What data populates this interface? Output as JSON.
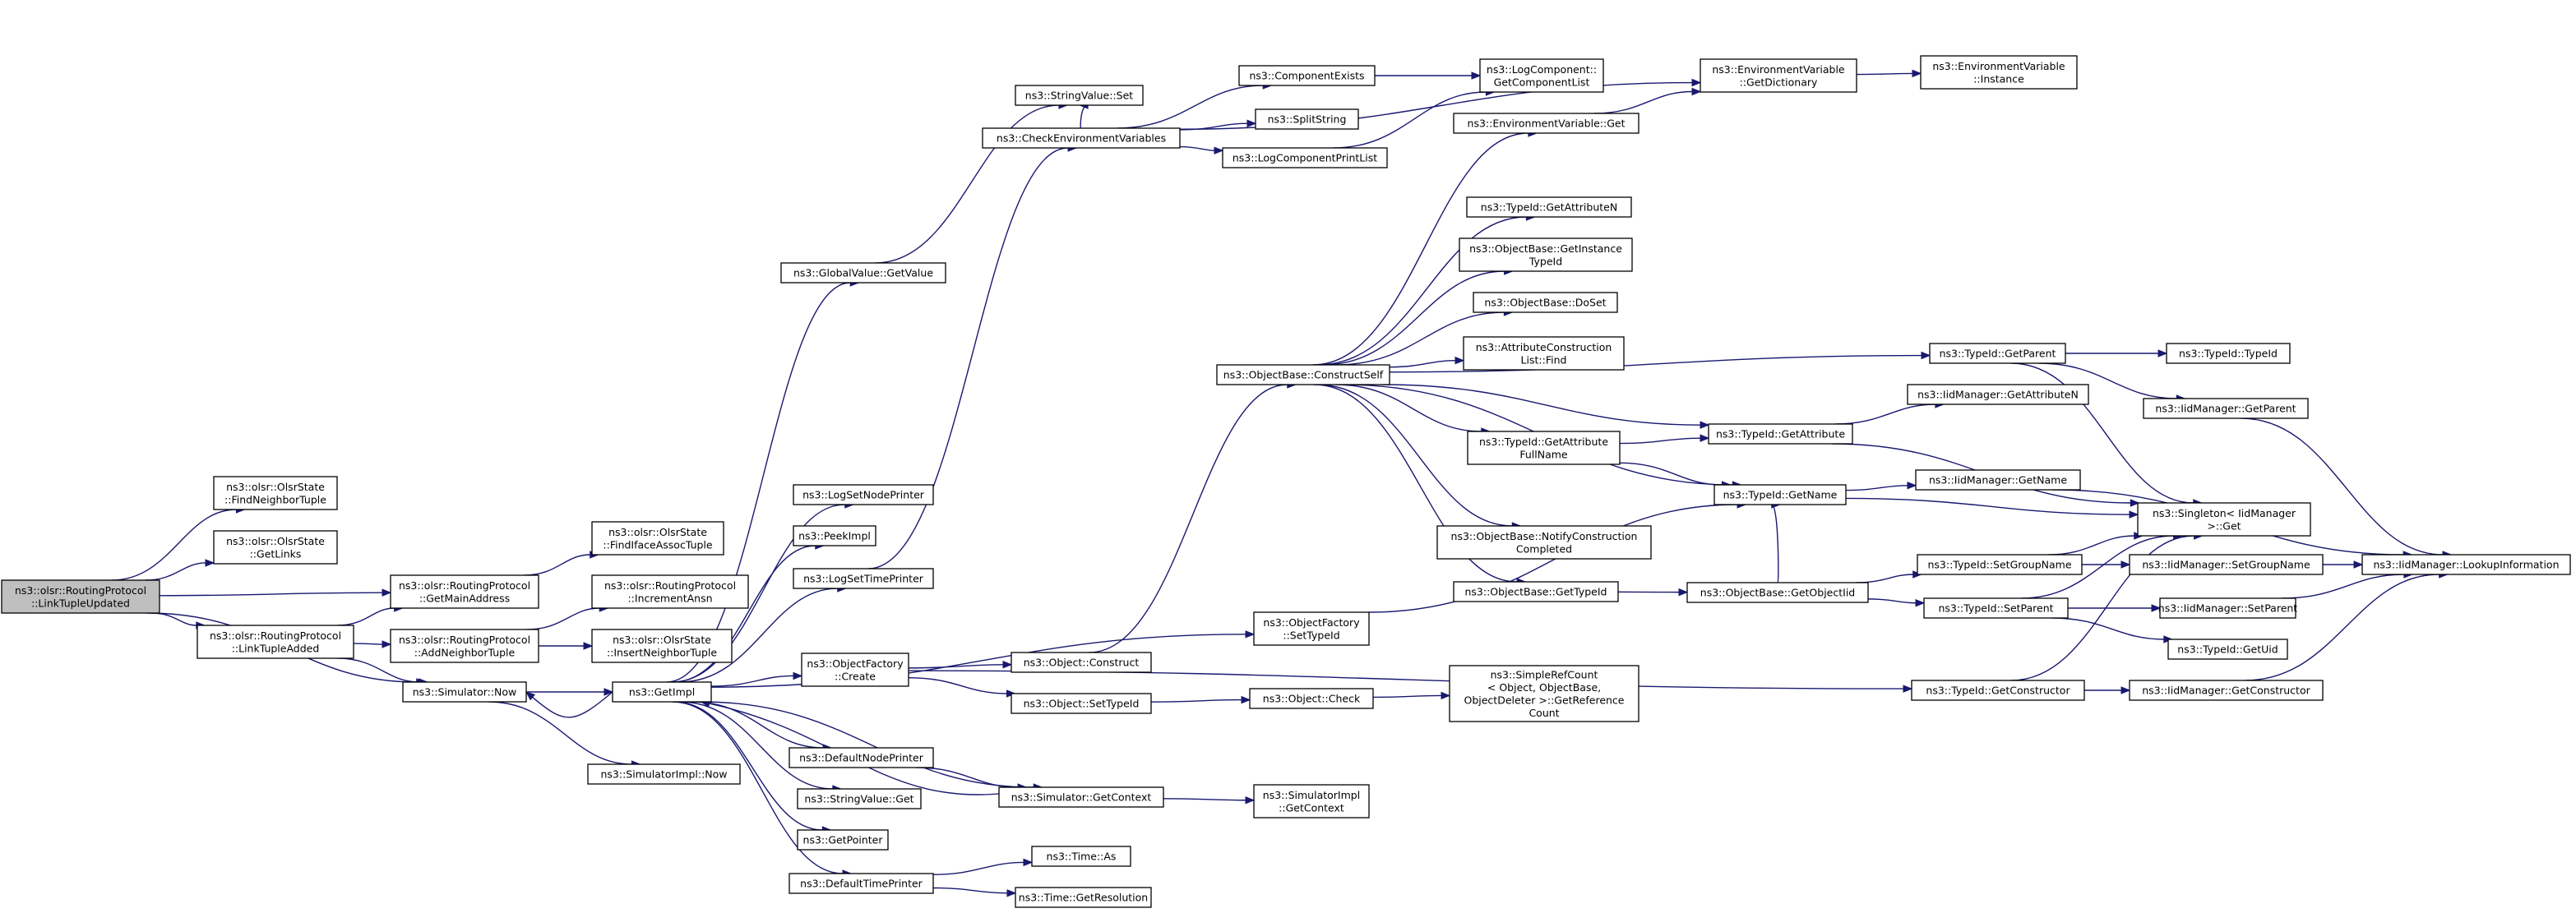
{
  "graph": {
    "nodes": [
      {
        "id": "root",
        "lines": [
          "ns3::olsr::RoutingProtocol",
          "::LinkTupleUpdated"
        ],
        "root": true
      },
      {
        "id": "findNeighbor",
        "lines": [
          "ns3::olsr::OlsrState",
          "::FindNeighborTuple"
        ]
      },
      {
        "id": "getLinks",
        "lines": [
          "ns3::olsr::OlsrState",
          "::GetLinks"
        ]
      },
      {
        "id": "getMainAddr",
        "lines": [
          "ns3::olsr::RoutingProtocol",
          "::GetMainAddress"
        ]
      },
      {
        "id": "linkTupleAdded",
        "lines": [
          "ns3::olsr::RoutingProtocol",
          "::LinkTupleAdded"
        ]
      },
      {
        "id": "simNow",
        "lines": [
          "ns3::Simulator::Now"
        ]
      },
      {
        "id": "findIface",
        "lines": [
          "ns3::olsr::OlsrState",
          "::FindIfaceAssocTuple"
        ]
      },
      {
        "id": "addNeighbor",
        "lines": [
          "ns3::olsr::RoutingProtocol",
          "::AddNeighborTuple"
        ]
      },
      {
        "id": "incAnsn",
        "lines": [
          "ns3::olsr::RoutingProtocol",
          "::IncrementAnsn"
        ]
      },
      {
        "id": "insertNeighbor",
        "lines": [
          "ns3::olsr::OlsrState",
          "::InsertNeighborTuple"
        ]
      },
      {
        "id": "getImpl",
        "lines": [
          "ns3::GetImpl"
        ]
      },
      {
        "id": "simImplNow",
        "lines": [
          "ns3::SimulatorImpl::Now"
        ]
      },
      {
        "id": "gvGetValue",
        "lines": [
          "ns3::GlobalValue::GetValue"
        ]
      },
      {
        "id": "logSetNode",
        "lines": [
          "ns3::LogSetNodePrinter"
        ]
      },
      {
        "id": "peekImpl",
        "lines": [
          "ns3::PeekImpl"
        ]
      },
      {
        "id": "logSetTime",
        "lines": [
          "ns3::LogSetTimePrinter"
        ]
      },
      {
        "id": "objFactoryCreate",
        "lines": [
          "ns3::ObjectFactory",
          "::Create"
        ]
      },
      {
        "id": "defaultNode",
        "lines": [
          "ns3::DefaultNodePrinter"
        ]
      },
      {
        "id": "svGet",
        "lines": [
          "ns3::StringValue::Get"
        ]
      },
      {
        "id": "getPointer",
        "lines": [
          "ns3::GetPointer"
        ]
      },
      {
        "id": "defaultTime",
        "lines": [
          "ns3::DefaultTimePrinter"
        ]
      },
      {
        "id": "svSet",
        "lines": [
          "ns3::StringValue::Set"
        ]
      },
      {
        "id": "checkEnv",
        "lines": [
          "ns3::CheckEnvironmentVariables"
        ]
      },
      {
        "id": "objConstruct",
        "lines": [
          "ns3::Object::Construct"
        ]
      },
      {
        "id": "objSetTypeId",
        "lines": [
          "ns3::Object::SetTypeId"
        ]
      },
      {
        "id": "simGetContext",
        "lines": [
          "ns3::Simulator::GetContext"
        ]
      },
      {
        "id": "timeAs",
        "lines": [
          "ns3::Time::As"
        ]
      },
      {
        "id": "timeGetRes",
        "lines": [
          "ns3::Time::GetResolution"
        ]
      },
      {
        "id": "compExists",
        "lines": [
          "ns3::ComponentExists"
        ]
      },
      {
        "id": "splitString",
        "lines": [
          "ns3::SplitString"
        ]
      },
      {
        "id": "logCompPrint",
        "lines": [
          "ns3::LogComponentPrintList"
        ]
      },
      {
        "id": "objBaseConstructSelf",
        "lines": [
          "ns3::ObjectBase::ConstructSelf"
        ]
      },
      {
        "id": "ofSetTypeId",
        "lines": [
          "ns3::ObjectFactory",
          "::SetTypeId"
        ]
      },
      {
        "id": "objCheck",
        "lines": [
          "ns3::Object::Check"
        ]
      },
      {
        "id": "simImplGetContext",
        "lines": [
          "ns3::SimulatorImpl",
          "::GetContext"
        ]
      },
      {
        "id": "logCompGetList",
        "lines": [
          "ns3::LogComponent::",
          "GetComponentList"
        ]
      },
      {
        "id": "envGet",
        "lines": [
          "ns3::EnvironmentVariable::Get"
        ]
      },
      {
        "id": "tidGetAttrN",
        "lines": [
          "ns3::TypeId::GetAttributeN"
        ]
      },
      {
        "id": "obGetInstanceTypeId",
        "lines": [
          "ns3::ObjectBase::GetInstance",
          "TypeId"
        ]
      },
      {
        "id": "obDoSet",
        "lines": [
          "ns3::ObjectBase::DoSet"
        ]
      },
      {
        "id": "attrConstrFind",
        "lines": [
          "ns3::AttributeConstruction",
          "List::Find"
        ]
      },
      {
        "id": "tidGetAttrFullName",
        "lines": [
          "ns3::TypeId::GetAttribute",
          "FullName"
        ]
      },
      {
        "id": "obNotify",
        "lines": [
          "ns3::ObjectBase::NotifyConstruction",
          "Completed"
        ]
      },
      {
        "id": "obGetTypeId",
        "lines": [
          "ns3::ObjectBase::GetTypeId"
        ]
      },
      {
        "id": "simpleRef",
        "lines": [
          "ns3::SimpleRefCount",
          "< Object, ObjectBase,",
          "ObjectDeleter >::GetReference",
          "Count"
        ]
      },
      {
        "id": "envGetDict",
        "lines": [
          "ns3::EnvironmentVariable",
          "::GetDictionary"
        ]
      },
      {
        "id": "tidGetAttribute",
        "lines": [
          "ns3::TypeId::GetAttribute"
        ]
      },
      {
        "id": "tidGetName",
        "lines": [
          "ns3::TypeId::GetName"
        ]
      },
      {
        "id": "obGetObjectIid",
        "lines": [
          "ns3::ObjectBase::GetObjectIid"
        ]
      },
      {
        "id": "envInstance",
        "lines": [
          "ns3::EnvironmentVariable",
          "::Instance"
        ]
      },
      {
        "id": "tidGetParent",
        "lines": [
          "ns3::TypeId::GetParent"
        ]
      },
      {
        "id": "iidGetAttrN",
        "lines": [
          "ns3::IidManager::GetAttributeN"
        ]
      },
      {
        "id": "iidGetName",
        "lines": [
          "ns3::IidManager::GetName"
        ]
      },
      {
        "id": "tidSetGroupName",
        "lines": [
          "ns3::TypeId::SetGroupName"
        ]
      },
      {
        "id": "tidSetParent",
        "lines": [
          "ns3::TypeId::SetParent"
        ]
      },
      {
        "id": "tidGetConstructor",
        "lines": [
          "ns3::TypeId::GetConstructor"
        ]
      },
      {
        "id": "tidTypeId",
        "lines": [
          "ns3::TypeId::TypeId"
        ]
      },
      {
        "id": "iidGetParent",
        "lines": [
          "ns3::IidManager::GetParent"
        ]
      },
      {
        "id": "singletonGet",
        "lines": [
          "ns3::Singleton< IidManager",
          " >::Get"
        ]
      },
      {
        "id": "iidSetGroupName",
        "lines": [
          "ns3::IidManager::SetGroupName"
        ]
      },
      {
        "id": "iidSetParent",
        "lines": [
          "ns3::IidManager::SetParent"
        ]
      },
      {
        "id": "tidGetUid",
        "lines": [
          "ns3::TypeId::GetUid"
        ]
      },
      {
        "id": "iidGetConstructor",
        "lines": [
          "ns3::IidManager::GetConstructor"
        ]
      },
      {
        "id": "iidLookup",
        "lines": [
          "ns3::IidManager::LookupInformation"
        ]
      }
    ],
    "edges": [
      [
        "root",
        "findNeighbor"
      ],
      [
        "root",
        "getLinks"
      ],
      [
        "root",
        "getMainAddr"
      ],
      [
        "root",
        "linkTupleAdded"
      ],
      [
        "root",
        "simNow"
      ],
      [
        "getMainAddr",
        "findIface"
      ],
      [
        "linkTupleAdded",
        "getMainAddr"
      ],
      [
        "linkTupleAdded",
        "addNeighbor"
      ],
      [
        "linkTupleAdded",
        "simNow"
      ],
      [
        "addNeighbor",
        "incAnsn"
      ],
      [
        "addNeighbor",
        "insertNeighbor"
      ],
      [
        "simNow",
        "getImpl"
      ],
      [
        "simNow",
        "simImplNow"
      ],
      [
        "getImpl",
        "gvGetValue"
      ],
      [
        "getImpl",
        "logSetNode"
      ],
      [
        "getImpl",
        "peekImpl"
      ],
      [
        "getImpl",
        "logSetTime"
      ],
      [
        "getImpl",
        "objFactoryCreate"
      ],
      [
        "getImpl",
        "defaultNode"
      ],
      [
        "getImpl",
        "svGet"
      ],
      [
        "getImpl",
        "getPointer"
      ],
      [
        "getImpl",
        "defaultTime"
      ],
      [
        "getImpl",
        "simNow"
      ],
      [
        "getImpl",
        "simGetContext"
      ],
      [
        "getImpl",
        "ofSetTypeId"
      ],
      [
        "gvGetValue",
        "svSet"
      ],
      [
        "logSetTime",
        "checkEnv"
      ],
      [
        "objFactoryCreate",
        "objConstruct"
      ],
      [
        "objFactoryCreate",
        "objSetTypeId"
      ],
      [
        "objFactoryCreate",
        "tidGetConstructor"
      ],
      [
        "defaultNode",
        "simGetContext"
      ],
      [
        "simGetContext",
        "getImpl"
      ],
      [
        "simGetContext",
        "simImplGetContext"
      ],
      [
        "defaultTime",
        "timeAs"
      ],
      [
        "defaultTime",
        "timeGetRes"
      ],
      [
        "checkEnv",
        "compExists"
      ],
      [
        "checkEnv",
        "splitString"
      ],
      [
        "checkEnv",
        "logCompPrint"
      ],
      [
        "checkEnv",
        "envGetDict"
      ],
      [
        "checkEnv",
        "svSet"
      ],
      [
        "compExists",
        "logCompGetList"
      ],
      [
        "logCompPrint",
        "logCompGetList"
      ],
      [
        "objConstruct",
        "objBaseConstructSelf"
      ],
      [
        "objSetTypeId",
        "objCheck"
      ],
      [
        "objCheck",
        "simpleRef"
      ],
      [
        "ofSetTypeId",
        "tidGetName"
      ],
      [
        "objBaseConstructSelf",
        "envGet"
      ],
      [
        "objBaseConstructSelf",
        "tidGetAttrN"
      ],
      [
        "objBaseConstructSelf",
        "obGetInstanceTypeId"
      ],
      [
        "objBaseConstructSelf",
        "obDoSet"
      ],
      [
        "objBaseConstructSelf",
        "attrConstrFind"
      ],
      [
        "objBaseConstructSelf",
        "tidGetAttrFullName"
      ],
      [
        "objBaseConstructSelf",
        "obNotify"
      ],
      [
        "objBaseConstructSelf",
        "obGetTypeId"
      ],
      [
        "objBaseConstructSelf",
        "tidGetAttribute"
      ],
      [
        "objBaseConstructSelf",
        "tidGetName"
      ],
      [
        "objBaseConstructSelf",
        "tidGetParent"
      ],
      [
        "envGet",
        "envGetDict"
      ],
      [
        "envGetDict",
        "envInstance"
      ],
      [
        "tidGetAttrFullName",
        "tidGetAttribute"
      ],
      [
        "tidGetAttrFullName",
        "tidGetName"
      ],
      [
        "obGetTypeId",
        "obGetObjectIid"
      ],
      [
        "obGetObjectIid",
        "tidGetName"
      ],
      [
        "obGetObjectIid",
        "tidSetGroupName"
      ],
      [
        "obGetObjectIid",
        "tidSetParent"
      ],
      [
        "tidGetAttribute",
        "iidGetAttrN"
      ],
      [
        "tidGetAttribute",
        "singletonGet"
      ],
      [
        "tidGetName",
        "iidGetName"
      ],
      [
        "tidGetName",
        "singletonGet"
      ],
      [
        "tidGetParent",
        "tidTypeId"
      ],
      [
        "tidGetParent",
        "iidGetParent"
      ],
      [
        "tidGetParent",
        "singletonGet"
      ],
      [
        "tidSetGroupName",
        "singletonGet"
      ],
      [
        "tidSetGroupName",
        "iidSetGroupName"
      ],
      [
        "tidSetParent",
        "singletonGet"
      ],
      [
        "tidSetParent",
        "iidSetParent"
      ],
      [
        "tidSetParent",
        "tidGetUid"
      ],
      [
        "tidGetConstructor",
        "singletonGet"
      ],
      [
        "tidGetConstructor",
        "iidGetConstructor"
      ],
      [
        "iidGetParent",
        "iidLookup"
      ],
      [
        "iidGetName",
        "iidLookup"
      ],
      [
        "iidSetGroupName",
        "iidLookup"
      ],
      [
        "iidSetParent",
        "iidLookup"
      ],
      [
        "iidGetConstructor",
        "iidLookup"
      ]
    ]
  }
}
